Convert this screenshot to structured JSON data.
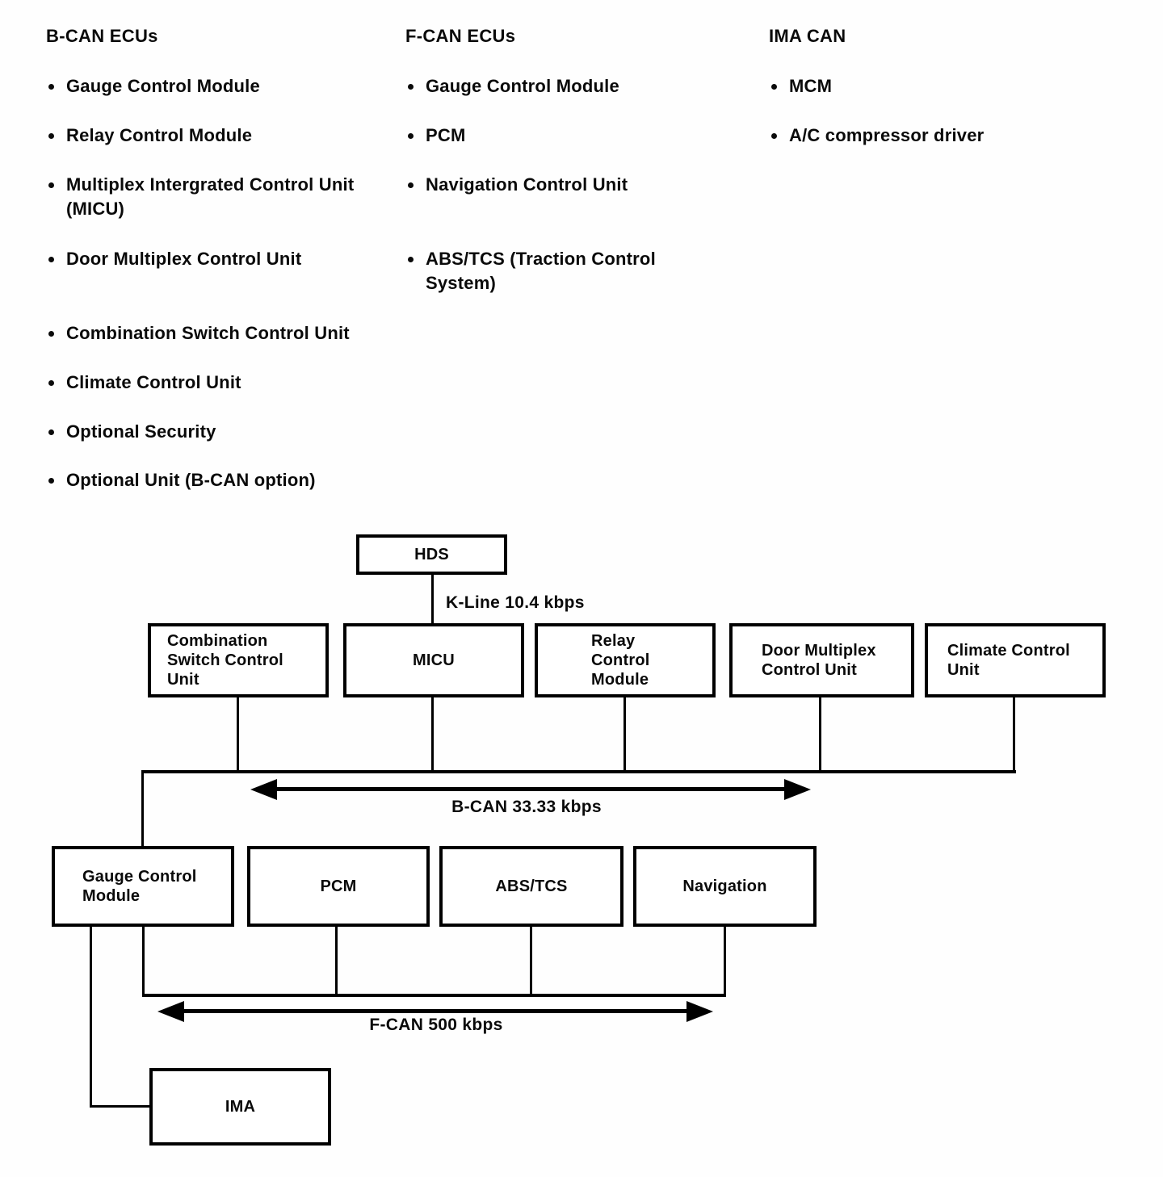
{
  "lists": [
    {
      "heading": "B-CAN ECUs",
      "items": [
        "Gauge Control Module",
        "Relay Control Module",
        "Multiplex Intergrated Control Unit\n(MICU)",
        "Door Multiplex Control Unit",
        "Combination Switch Control Unit",
        "Climate Control Unit",
        "Optional Security",
        "Optional Unit (B-CAN option)"
      ]
    },
    {
      "heading": "F-CAN ECUs",
      "items": [
        "Gauge Control Module",
        "PCM",
        "Navigation Control Unit",
        "ABS/TCS (Traction Control\nSystem)"
      ]
    },
    {
      "heading": "IMA CAN",
      "items": [
        "MCM",
        "A/C compressor driver"
      ]
    }
  ],
  "diagram": {
    "k_line_label": "K-Line 10.4 kbps",
    "b_can_label": "B-CAN 33.33 kbps",
    "f_can_label": "F-CAN 500 kbps",
    "boxes": {
      "hds": "HDS",
      "combination": "Combination\nSwitch Control\nUnit",
      "micu": "MICU",
      "relay": "Relay\nControl\nModule",
      "door": "Door Multiplex\nControl Unit",
      "climate": "Climate Control\nUnit",
      "gauge": "Gauge Control\nModule",
      "pcm": "PCM",
      "abs": "ABS/TCS",
      "nav": "Navigation",
      "ima": "IMA"
    }
  }
}
